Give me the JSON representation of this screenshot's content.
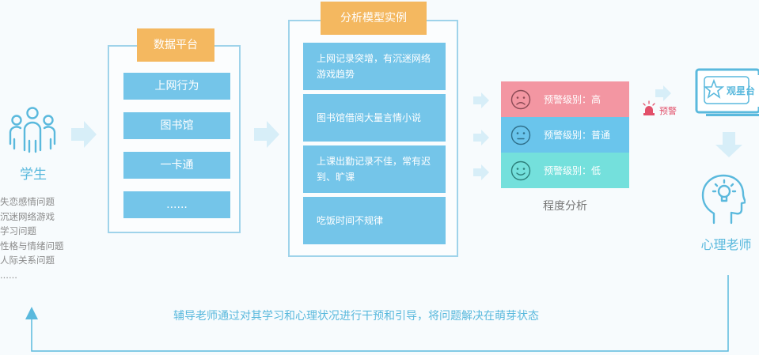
{
  "student": {
    "title": "学生",
    "issues": [
      "失恋感情问题",
      "沉迷网络游戏",
      "学习问题",
      "性格与情绪问题",
      "人际关系问题",
      "......"
    ]
  },
  "platform": {
    "title": "数据平台",
    "items": [
      "上网行为",
      "图书馆",
      "一卡通",
      "......"
    ]
  },
  "model": {
    "title": "分析模型实例",
    "items": [
      "上网记录突增，有沉迷网络游戏趋势",
      "图书馆借阅大量言情小说",
      "上课出勤记录不佳，常有迟到、旷课",
      "吃饭时间不规律"
    ]
  },
  "levels": {
    "items": [
      "预警级别：高",
      "预警级别：普通",
      "预警级别：低"
    ],
    "caption": "程度分析"
  },
  "alarm": {
    "label": "预警"
  },
  "monitor": {
    "logo_text": "观星台"
  },
  "teacher": {
    "title": "心理老师"
  },
  "feedback": {
    "text": "辅导老师通过对其学习和心理状况进行干预和引导，将问题解决在萌芽状态"
  },
  "colors": {
    "accent_blue": "#74c5e9",
    "title_orange": "#f4b860",
    "high_pink": "#f396a2",
    "normal_blue": "#6ac5ec",
    "low_teal": "#74e0dc",
    "alarm_red": "#e2506a"
  }
}
